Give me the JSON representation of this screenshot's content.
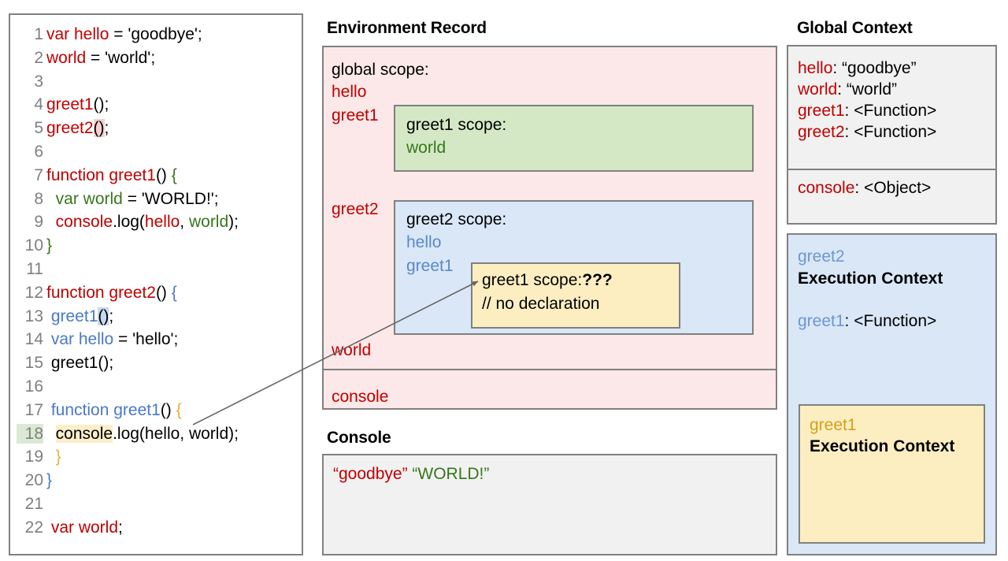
{
  "code": {
    "lines": [
      {
        "n": "1",
        "segments": [
          {
            "t": "var hello",
            "c": "red"
          },
          {
            "t": " = 'goodbye';",
            "c": "black"
          }
        ]
      },
      {
        "n": "2",
        "segments": [
          {
            "t": "world",
            "c": "red"
          },
          {
            "t": " = 'world';",
            "c": "black"
          }
        ]
      },
      {
        "n": "3",
        "segments": []
      },
      {
        "n": "4",
        "segments": [
          {
            "t": "greet1",
            "c": "red"
          },
          {
            "t": "();",
            "c": "black"
          }
        ]
      },
      {
        "n": "5",
        "segments": [
          {
            "t": "greet2",
            "c": "red"
          },
          {
            "t": "()",
            "c": "black",
            "hl": "pink"
          },
          {
            "t": ";",
            "c": "black"
          }
        ]
      },
      {
        "n": "6",
        "segments": []
      },
      {
        "n": "7",
        "segments": [
          {
            "t": "function greet1",
            "c": "red"
          },
          {
            "t": "() ",
            "c": "black"
          },
          {
            "t": "{",
            "c": "green"
          }
        ]
      },
      {
        "n": "8",
        "segments": [
          {
            "t": "  var world",
            "c": "green"
          },
          {
            "t": " = 'WORLD!';",
            "c": "black"
          }
        ]
      },
      {
        "n": "9",
        "segments": [
          {
            "t": "  console",
            "c": "red"
          },
          {
            "t": ".log(",
            "c": "black"
          },
          {
            "t": "hello",
            "c": "red"
          },
          {
            "t": ", ",
            "c": "black"
          },
          {
            "t": "world",
            "c": "green"
          },
          {
            "t": ");",
            "c": "black"
          }
        ]
      },
      {
        "n": "10",
        "segments": [
          {
            "t": "}",
            "c": "green"
          }
        ]
      },
      {
        "n": "11",
        "segments": []
      },
      {
        "n": "12",
        "segments": [
          {
            "t": "function greet2",
            "c": "red"
          },
          {
            "t": "() ",
            "c": "black"
          },
          {
            "t": "{",
            "c": "blue"
          }
        ]
      },
      {
        "n": "13",
        "segments": [
          {
            "t": " greet1",
            "c": "blue"
          },
          {
            "t": "()",
            "c": "black",
            "hl": "blue"
          },
          {
            "t": ";",
            "c": "black"
          }
        ]
      },
      {
        "n": "14",
        "segments": [
          {
            "t": " var hello",
            "c": "blue"
          },
          {
            "t": " = 'hello';",
            "c": "black"
          }
        ]
      },
      {
        "n": "15",
        "segments": [
          {
            "t": " greet1();",
            "c": "black"
          }
        ]
      },
      {
        "n": "16",
        "segments": []
      },
      {
        "n": "17",
        "segments": [
          {
            "t": " function greet1",
            "c": "blue"
          },
          {
            "t": "() ",
            "c": "black"
          },
          {
            "t": "{",
            "c": "gold"
          }
        ]
      },
      {
        "n": "18",
        "segments": [
          {
            "t": "  ",
            "c": "black"
          },
          {
            "t": "console",
            "c": "black",
            "hl": "cream"
          },
          {
            "t": ".log(hello, world);",
            "c": "black"
          }
        ],
        "active": true
      },
      {
        "n": "19",
        "segments": [
          {
            "t": "  }",
            "c": "gold"
          }
        ]
      },
      {
        "n": "20",
        "segments": [
          {
            "t": "}",
            "c": "blue"
          }
        ]
      },
      {
        "n": "21",
        "segments": []
      },
      {
        "n": "22",
        "segments": [
          {
            "t": " var world",
            "c": "red"
          },
          {
            "t": ";",
            "c": "black"
          }
        ]
      }
    ]
  },
  "environment_record": {
    "title": "Environment Record",
    "global_scope_label": "global scope:",
    "global_bindings_top": [
      "hello",
      "greet1"
    ],
    "greet2_binding": "greet2",
    "world_binding": "world",
    "console_binding": "console",
    "greet1_scope": {
      "label": "greet1 scope:",
      "bindings": [
        "world"
      ]
    },
    "greet2_scope": {
      "label": "greet2 scope:",
      "bindings": [
        "hello",
        "greet1"
      ]
    },
    "greet1_inner_scope": {
      "label": "greet1 scope:",
      "unknown": "???",
      "comment": "// no declaration"
    }
  },
  "console": {
    "title": "Console",
    "outputs": [
      {
        "text": "“goodbye”",
        "color": "#c00000"
      },
      {
        "text": "“WORLD!”",
        "color": "#38761d"
      }
    ]
  },
  "global_context": {
    "title": "Global Context",
    "bindings": [
      {
        "name": "hello",
        "value": "“goodbye”"
      },
      {
        "name": "world",
        "value": "“world”"
      },
      {
        "name": "greet1",
        "value": "<Function>"
      },
      {
        "name": "greet2",
        "value": "<Function>"
      }
    ],
    "builtin": {
      "name": "console",
      "value": "<Object>"
    },
    "greet2_context": {
      "name": "greet2",
      "heading": "Execution Context",
      "bindings": [
        {
          "name": "greet1",
          "value": "<Function>"
        }
      ]
    },
    "greet1_context": {
      "name": "greet1",
      "heading": "Execution Context"
    }
  },
  "colors": {
    "red": "#c00000",
    "green": "#38761d",
    "blue": "#4a79c7",
    "gold": "#d4a017",
    "scope_global_bg": "#fce8e8",
    "scope_greet1_bg": "#d4e8c6",
    "scope_greet2_bg": "#d9e7f7",
    "scope_unknown_bg": "#fdeec2",
    "panel_border": "#808080",
    "neutral_bg": "#f1f1f1"
  }
}
